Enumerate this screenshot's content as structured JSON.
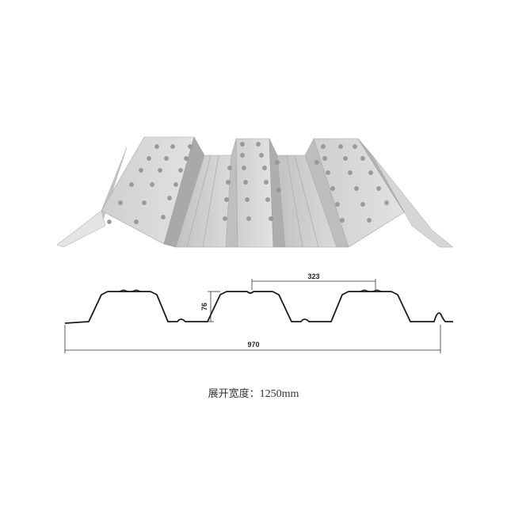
{
  "diagram": {
    "dimensions": {
      "pitch": "323",
      "height": "76",
      "cover_width": "970"
    },
    "caption": {
      "label": "展开宽度：",
      "value": "1250mm"
    },
    "colors": {
      "sheet_light": "#d9d9d9",
      "sheet_mid": "#bdbdbd",
      "sheet_dark": "#9a9a9a",
      "line": "#1a1a1a"
    }
  }
}
